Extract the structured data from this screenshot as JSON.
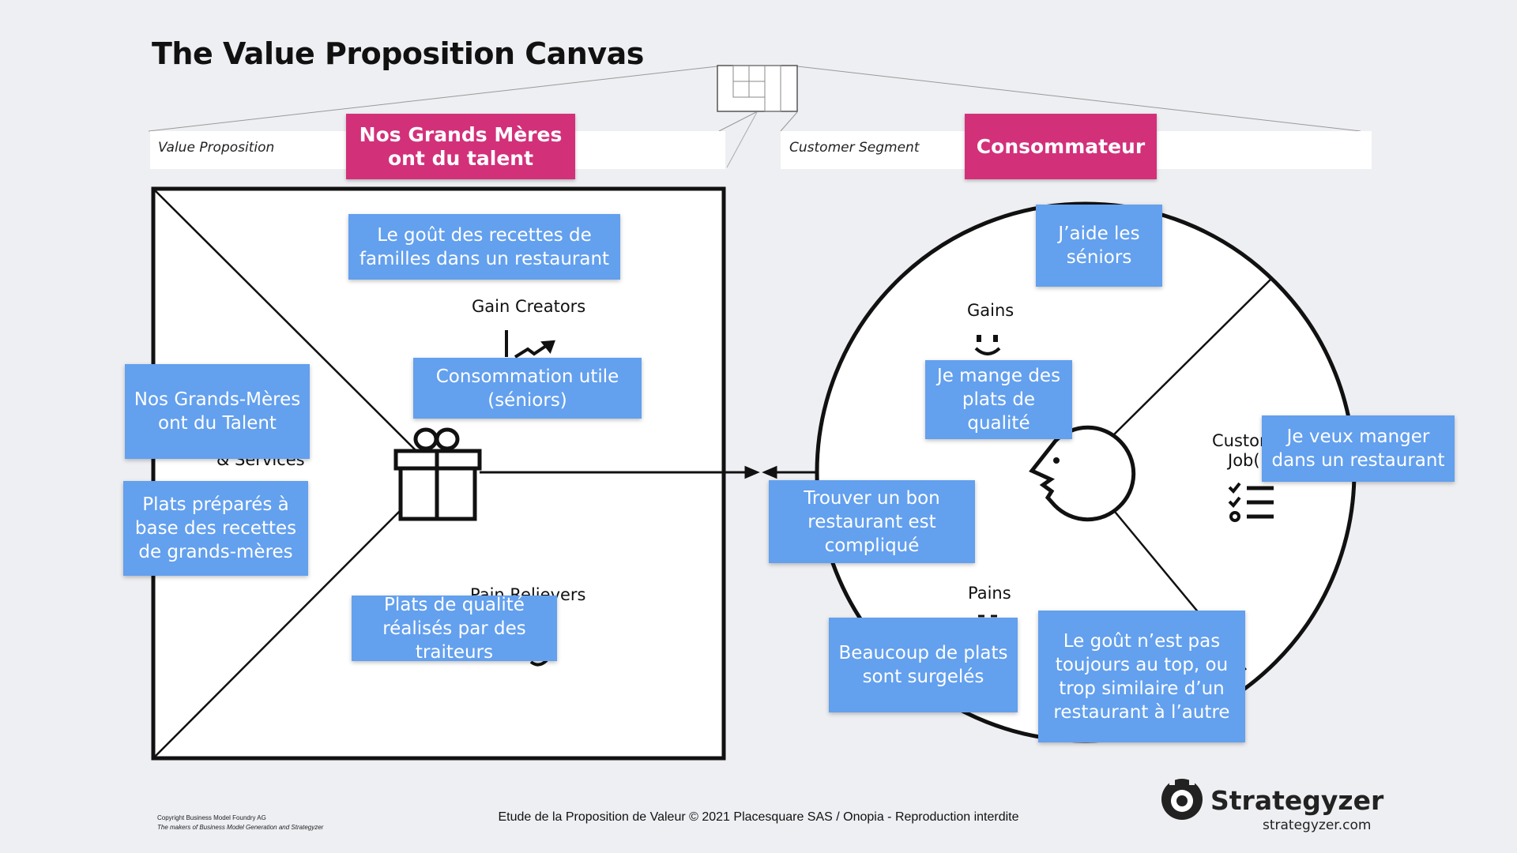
{
  "title": "The Value Proposition Canvas",
  "value_proposition": {
    "label": "Value Proposition",
    "name": "Nos Grands Mères ont du talent"
  },
  "customer_segment": {
    "label": "Customer Segment",
    "name": "Consommateur"
  },
  "vp_labels": {
    "gain_creators": "Gain Creators",
    "products_services": "& Services",
    "pain_relievers": "Pain Relievers"
  },
  "cs_labels": {
    "gains": "Gains",
    "pains": "Pains",
    "customer_jobs_1": "Custor",
    "customer_jobs_2": "Job("
  },
  "notes": {
    "gout_recettes": "Le goût des recettes de familles dans un restaurant",
    "consommation_utile": "Consommation utile (séniors)",
    "nos_grands_meres": "Nos Grands-Mères ont du Talent",
    "plats_prepares": "Plats préparés à base des recettes de grands-mères",
    "plats_qualite_traiteurs": "Plats de qualité réalisés par des traiteurs",
    "aide_seniors": "J’aide les séniors",
    "mange_qualite": "Je mange des plats de qualité",
    "veux_manger": "Je veux manger dans un restaurant",
    "trouver_restaurant": "Trouver un bon restaurant est compliqué",
    "surgeles": "Beaucoup de plats sont surgelés",
    "gout_pas_top": "Le goût n’est pas toujours au top, ou trop similaire d’un restaurant à l’autre"
  },
  "footer": {
    "center": "Etude de la Proposition de Valeur © 2021 Placesquare SAS / Onopia - Reproduction interdite",
    "copyright_1": "Copyright Business Model Foundry AG",
    "copyright_2": "The makers of Business Model Generation and Strategyzer",
    "brand": "Strategyzer",
    "url": "strategyzer.com"
  },
  "colors": {
    "pink": "#d3307a",
    "note_blue": "#63a0ee"
  },
  "icons": [
    "gift-icon",
    "gain-chart-icon",
    "smile-face-icon",
    "customer-head-icon",
    "checklist-icon",
    "strategyzer-logo-icon"
  ]
}
